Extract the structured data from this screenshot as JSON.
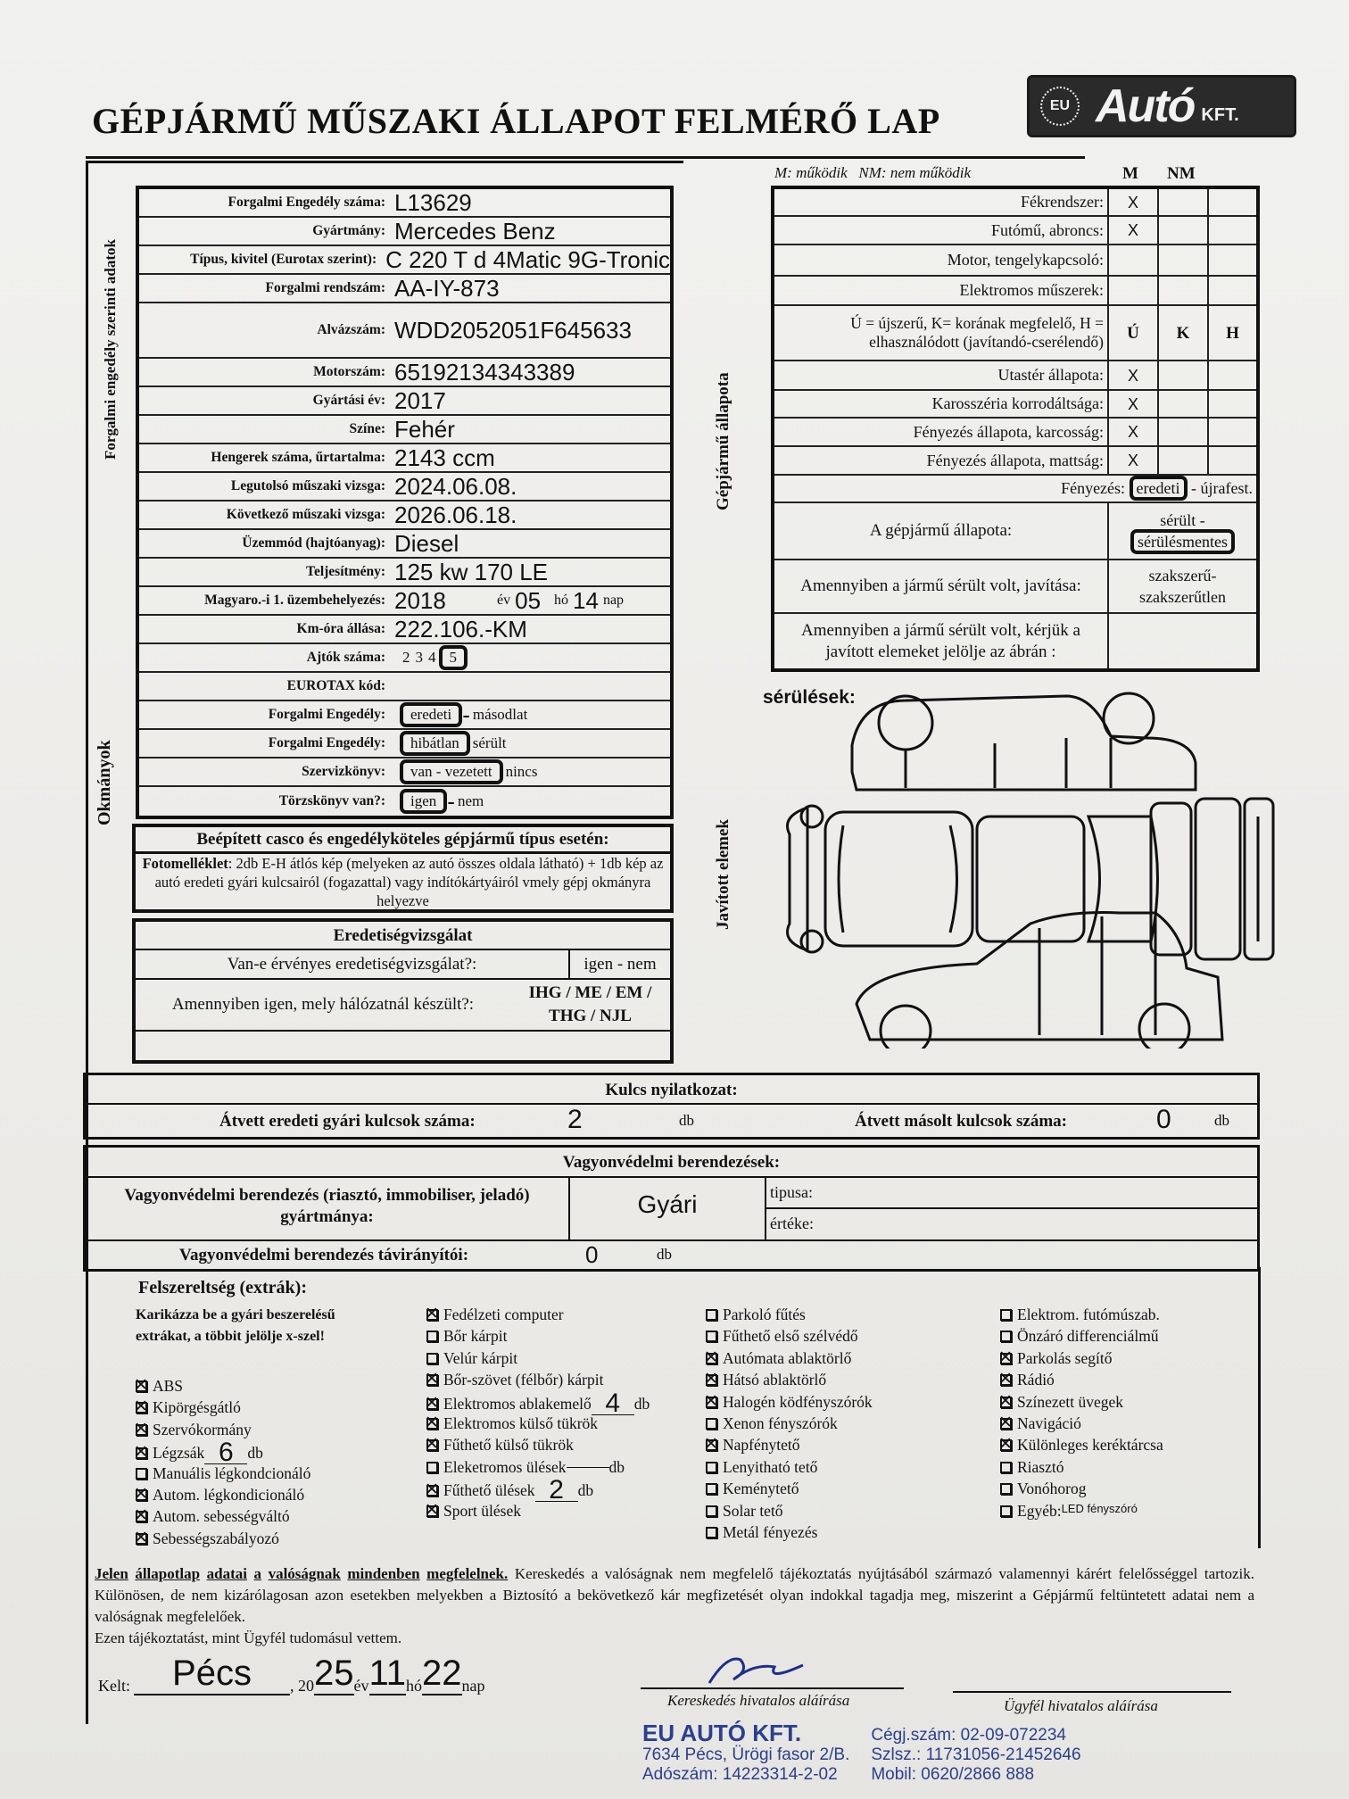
{
  "header": {
    "title": "GÉPJÁRMŰ MŰSZAKI ÁLLAPOT FELMÉRŐ LAP",
    "logo": {
      "eu": "EU",
      "brand": "Autó",
      "suffix": "KFT."
    }
  },
  "side_labels": {
    "vehicle_data": "Forgalmi engedély szerinti adatok",
    "documents": "Okmányok",
    "vehicle_condition": "Gépjármű állapota",
    "repaired": "Javított elemek"
  },
  "vehicle_rows": [
    {
      "label": "Forgalmi Engedély száma:",
      "value": "L13629"
    },
    {
      "label": "Gyártmány:",
      "value": "Mercedes Benz"
    },
    {
      "label": "Típus, kivitel (Eurotax szerint):",
      "value": "C 220 T d 4Matic 9G-Tronic"
    },
    {
      "label": "Forgalmi rendszám:",
      "value": "AA-IY-873"
    },
    {
      "label": "Alvázszám:",
      "value": "WDD2052051F645633",
      "tall": true
    },
    {
      "label": "Motorszám:",
      "value": "65192134343389"
    },
    {
      "label": "Gyártási év:",
      "value": "2017"
    },
    {
      "label": "Színe:",
      "value": "Fehér"
    },
    {
      "label": "Hengerek száma, űrtartalma:",
      "value": "2143 ccm"
    },
    {
      "label": "Legutolsó műszaki vizsga:",
      "value": "2024.06.08."
    },
    {
      "label": "Következő műszaki vizsga:",
      "value": "2026.06.18."
    },
    {
      "label": "Üzemmód (hajtóanyag):",
      "value": "Diesel"
    },
    {
      "label": "Teljesítmény:",
      "value": "125 kw 170 LE"
    },
    {
      "label": "Magyaro.-i 1. üzembehelyezés:",
      "date": {
        "year": "2018",
        "year_unit": "év",
        "month": "05",
        "month_unit": "hó",
        "day": "14",
        "day_unit": "nap"
      }
    },
    {
      "label": "Km-óra állása:",
      "value": "222.106.-KM"
    },
    {
      "label": "Ajtók száma:",
      "options": [
        "2",
        "3",
        "4",
        "5"
      ],
      "selected": 3,
      "sep": " "
    },
    {
      "label": "EUROTAX kód:",
      "value": ""
    },
    {
      "label": "Forgalmi Engedély:",
      "options": [
        "eredeti",
        "másodlat"
      ],
      "selected": 0,
      "sep": " - "
    },
    {
      "label": "Forgalmi Engedély:",
      "options": [
        "hibátlan",
        "sérült"
      ],
      "selected": 0,
      "sep": " "
    },
    {
      "label": "Szervizkönyv:",
      "options": [
        "van - vezetett",
        "nincs"
      ],
      "selected": 0,
      "sep": " "
    },
    {
      "label": "Törzskönyv van?:",
      "options": [
        "igen",
        "nem"
      ],
      "selected": 0,
      "sep": " - "
    }
  ],
  "casco": {
    "title": "Beépített casco és engedélyköteles gépjármű típus esetén:",
    "text_bold": "Fotomelléklet",
    "text": ": 2db E-H átlós kép (melyeken az autó összes oldala látható) + 1db kép az autó eredeti gyári kulcsairól (fogazattal) vagy indítókártyáiról vmely gépj okmányra helyezve"
  },
  "origin": {
    "title": "Eredetiségvizsgálat",
    "q1": "Van-e érvényes eredetiségvizsgálat?:",
    "a1": "igen - nem",
    "q2": "Amennyiben igen, mely hálózatnál készült?:",
    "a2": "IHG / ME / EM / THG / NJL"
  },
  "condition": {
    "legend": "M: működik   NM: nem működik",
    "col_m": "M",
    "col_nm": "NM",
    "func_rows": [
      {
        "label": "Fékrendszer:",
        "m": "X",
        "nm": ""
      },
      {
        "label": "Futómű, abroncs:",
        "m": "X",
        "nm": ""
      },
      {
        "label": "Motor, tengelykapcsoló:",
        "m": "",
        "nm": ""
      },
      {
        "label": "Elektromos műszerek:",
        "m": "",
        "nm": ""
      }
    ],
    "scale_legend": "Ú = újszerű, K= korának megfelelő, H = elhasználódott (javítandó-cserélendő)",
    "col_u": "Ú",
    "col_k": "K",
    "col_h": "H",
    "state_rows": [
      {
        "label": "Utastér állapota:",
        "u": "X"
      },
      {
        "label": "Karosszéria korrodáltsága:",
        "u": "X"
      },
      {
        "label": "Fényezés állapota, karcosság:",
        "u": "X"
      },
      {
        "label": "Fényezés állapota, mattság:",
        "u": "X"
      }
    ],
    "paint": {
      "label": "Fényezés:",
      "selected": "eredeti",
      "other": "újrafest."
    },
    "state": {
      "label": "A gépjármű állapota:",
      "other": "sérült -",
      "selected": "sérülésmentes"
    },
    "repair": {
      "label": "Amennyiben a jármű sérült volt, javítása:",
      "value": "szakszerű- szakszerűtlen"
    },
    "mark": {
      "label": "Amennyiben a jármű sérült volt, kérjük a javított elemeket jelölje az ábrán :"
    },
    "damage_label": "sérülések:"
  },
  "keys": {
    "title": "Kulcs nyilatkozat:",
    "orig_label": "Átvett eredeti gyári kulcsok száma:",
    "orig_value": "2",
    "copy_label": "Átvett másolt kulcsok száma:",
    "copy_value": "0",
    "unit": "db"
  },
  "security": {
    "title": "Vagyonvédelmi berendezések:",
    "make_label": "Vagyonvédelmi berendezés (riasztó, immobiliser, jeladó) gyártmánya:",
    "make_value": "Gyári",
    "type_label": "tipusa:",
    "value_label": "értéke:",
    "remote_label": "Vagyonvédelmi berendezés távirányítói:",
    "remote_value": "0",
    "unit": "db"
  },
  "extras": {
    "title": "Felszereltség (extrák):",
    "instruction": "Karikázza be a gyári beszerelésű extrákat, a többit jelölje x-szel!",
    "columns": [
      [
        {
          "label": "ABS",
          "checked": true
        },
        {
          "label": "Kipörgésgátló",
          "checked": true
        },
        {
          "label": "Szervókormány",
          "checked": true
        },
        {
          "label": "Légzsák",
          "checked": true,
          "count": "6",
          "unit": "db"
        },
        {
          "label": "Manuális légkondcionáló",
          "checked": false
        },
        {
          "label": "Autom. légkondicionáló",
          "checked": true
        },
        {
          "label": "Autom. sebességváltó",
          "checked": true
        },
        {
          "label": "Sebességszabályozó",
          "checked": true
        }
      ],
      [
        {
          "label": "Fedélzeti computer",
          "checked": true
        },
        {
          "label": "Bőr kárpit",
          "checked": false
        },
        {
          "label": "Velúr kárpit",
          "checked": false
        },
        {
          "label": "Bőr-szövet (félbőr) kárpit",
          "checked": true
        },
        {
          "label": "Elektromos ablakemelő",
          "checked": true,
          "count": "4",
          "unit": "db"
        },
        {
          "label": "Elektromos külső tükrök",
          "checked": true
        },
        {
          "label": "Fűthető külső tükrök",
          "checked": true
        },
        {
          "label": "Eleketromos ülések",
          "checked": false,
          "count": "",
          "unit": "db"
        },
        {
          "label": "Fűthető ülések",
          "checked": true,
          "count": "2",
          "unit": "db"
        },
        {
          "label": "Sport ülések",
          "checked": true
        }
      ],
      [
        {
          "label": "Parkoló fűtés",
          "checked": false
        },
        {
          "label": "Fűthető első szélvédő",
          "checked": false
        },
        {
          "label": "Autómata ablaktörlő",
          "checked": true
        },
        {
          "label": "Hátsó ablaktörlő",
          "checked": true
        },
        {
          "label": "Halogén ködfényszórók",
          "checked": true
        },
        {
          "label": "Xenon fényszórók",
          "checked": false
        },
        {
          "label": "Napfénytető",
          "checked": true
        },
        {
          "label": "Lenyitható tető",
          "checked": false
        },
        {
          "label": "Keménytető",
          "checked": false
        },
        {
          "label": "Solar tető",
          "checked": false
        },
        {
          "label": "Metál fényezés",
          "checked": false
        }
      ],
      [
        {
          "label": "Elektrom. futómúszab.",
          "checked": false
        },
        {
          "label": "Önzáró differenciálmű",
          "checked": false
        },
        {
          "label": "Parkolás segítő",
          "checked": true
        },
        {
          "label": "Rádió",
          "checked": true
        },
        {
          "label": "Színezett üvegek",
          "checked": true
        },
        {
          "label": "Navigáció",
          "checked": true
        },
        {
          "label": "Különleges keréktárcsa",
          "checked": true
        },
        {
          "label": "Riasztó",
          "checked": false
        },
        {
          "label": "Vonóhorog",
          "checked": false
        },
        {
          "label": "Egyéb:",
          "checked": false,
          "note": "LED fényszóró"
        }
      ]
    ]
  },
  "legal": {
    "underlined": [
      "Jelen",
      "állapotlap",
      "adatai",
      "a",
      "valóságnak",
      "mindenben",
      "megfelelnek."
    ],
    "text": "Kereskedés a valóságnak nem megfelelő tájékoztatás nyújtásából származó valamennyi kárért felelősséggel tartozik. Különösen, de nem kizárólagosan azon esetekben melyekben a Biztosító a bekövetkező kár megfizetését olyan indokkal tagadja meg, miszerint a Gépjármű feltüntetett adatai nem a valóságnak megfelelőek.",
    "ack": "Ezen tájékoztatást, mint Ügyfél tudomásul vettem."
  },
  "signoff": {
    "kelt_label": "Kelt:",
    "place": "Pécs",
    "year_prefix": ", 20",
    "year": "25",
    "year_unit": "év",
    "month": "11",
    "month_unit": "hó",
    "day": "22",
    "day_unit": "nap",
    "dealer_sig": "Kereskedés hivatalos aláírása",
    "client_sig": "Ügyfél hivatalos aláírása"
  },
  "stamp": {
    "lines": [
      "EU AUTÓ KFT.",
      "7634 Pécs, Ürögi fasor 2/B.",
      "Adószám: 14223314-2-02",
      "Cégj.szám: 02-09-072234",
      "Szlsz.: 11731056-21452646",
      "Mobil: 0620/2866 888"
    ]
  }
}
